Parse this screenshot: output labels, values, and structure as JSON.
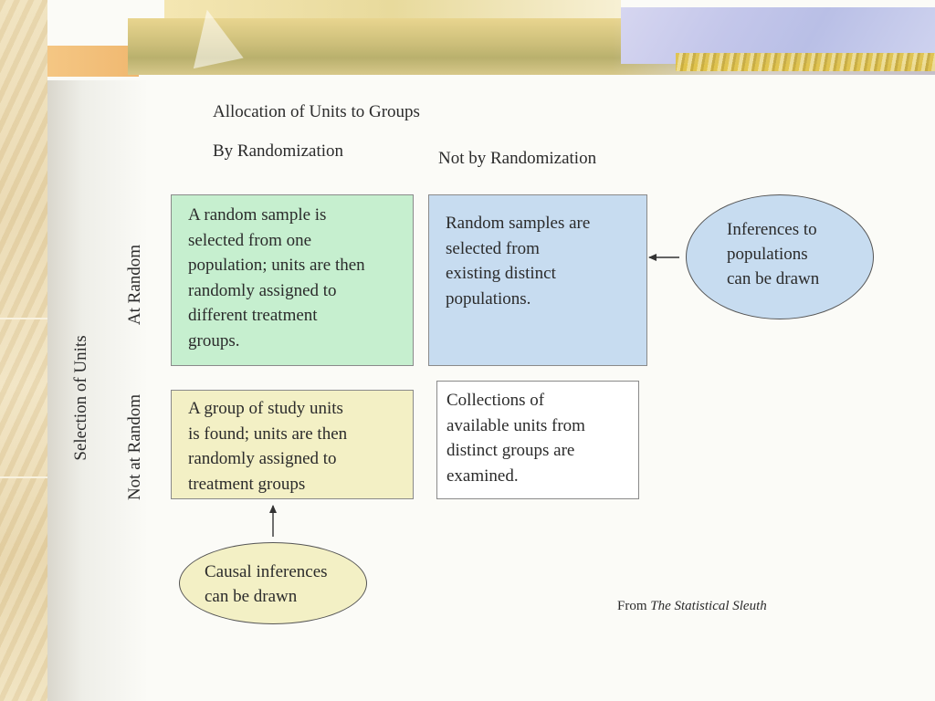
{
  "title": "Allocation of Units to Groups",
  "columns": {
    "by_randomization": "By Randomization",
    "not_by_randomization": "Not by Randomization"
  },
  "rows": {
    "axis_label": "Selection of Units",
    "at_random": "At Random",
    "not_at_random": "Not at Random"
  },
  "cells": {
    "random_random": [
      "A random sample is",
      "selected from one",
      "population; units are then",
      "randomly assigned to",
      "different treatment",
      "groups."
    ],
    "random_notrandom": [
      "Random samples are",
      "selected from",
      "existing distinct",
      "populations."
    ],
    "notrandom_random": [
      "A group of study units",
      "is found; units are then",
      "randomly assigned to",
      "treatment groups"
    ],
    "notrandom_notrandom": [
      "Collections of",
      "available units from",
      "distinct groups are",
      "examined."
    ]
  },
  "callouts": {
    "inferences_populations": [
      "Inferences to",
      "populations",
      "can be drawn"
    ],
    "causal_inferences": [
      "Causal inferences",
      "can be drawn"
    ]
  },
  "credit": {
    "prefix": "From",
    "source": "The Statistical Sleuth"
  },
  "colors": {
    "green_cell": "#c6efcf",
    "blue_cell": "#c7dcf0",
    "yellow_cell": "#f3f0c5",
    "white_cell": "#ffffff"
  }
}
